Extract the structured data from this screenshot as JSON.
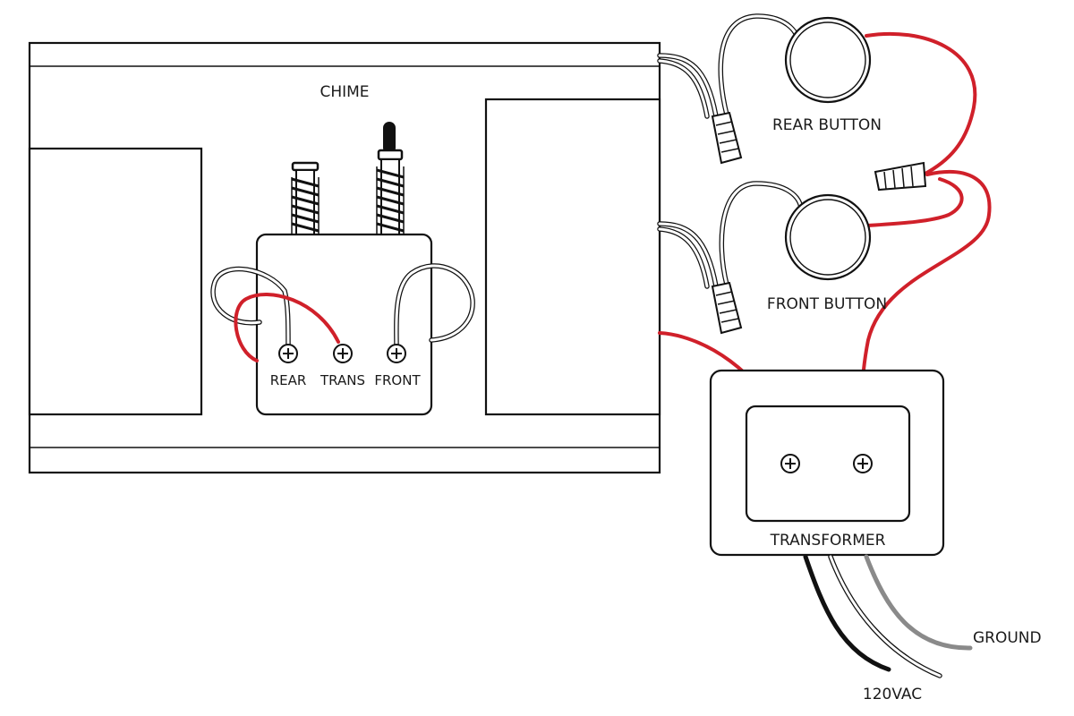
{
  "chime": {
    "title": "CHIME",
    "terminals": {
      "rear": "REAR",
      "trans": "TRANS",
      "front": "FRONT"
    }
  },
  "buttons": {
    "rear": "REAR BUTTON",
    "front": "FRONT  BUTTON"
  },
  "transformer": {
    "title": "TRANSFORMER"
  },
  "leads": {
    "ground": "GROUND",
    "mains": "120VAC"
  },
  "colors": {
    "hot_wire": "#d0202a",
    "neutral_wire": "#111111",
    "ground_wire": "#8a8a8a",
    "outline": "#111111"
  },
  "icons": [
    "terminal-screw-icon",
    "wire-nut-icon",
    "push-button-icon",
    "plunger-icon"
  ]
}
